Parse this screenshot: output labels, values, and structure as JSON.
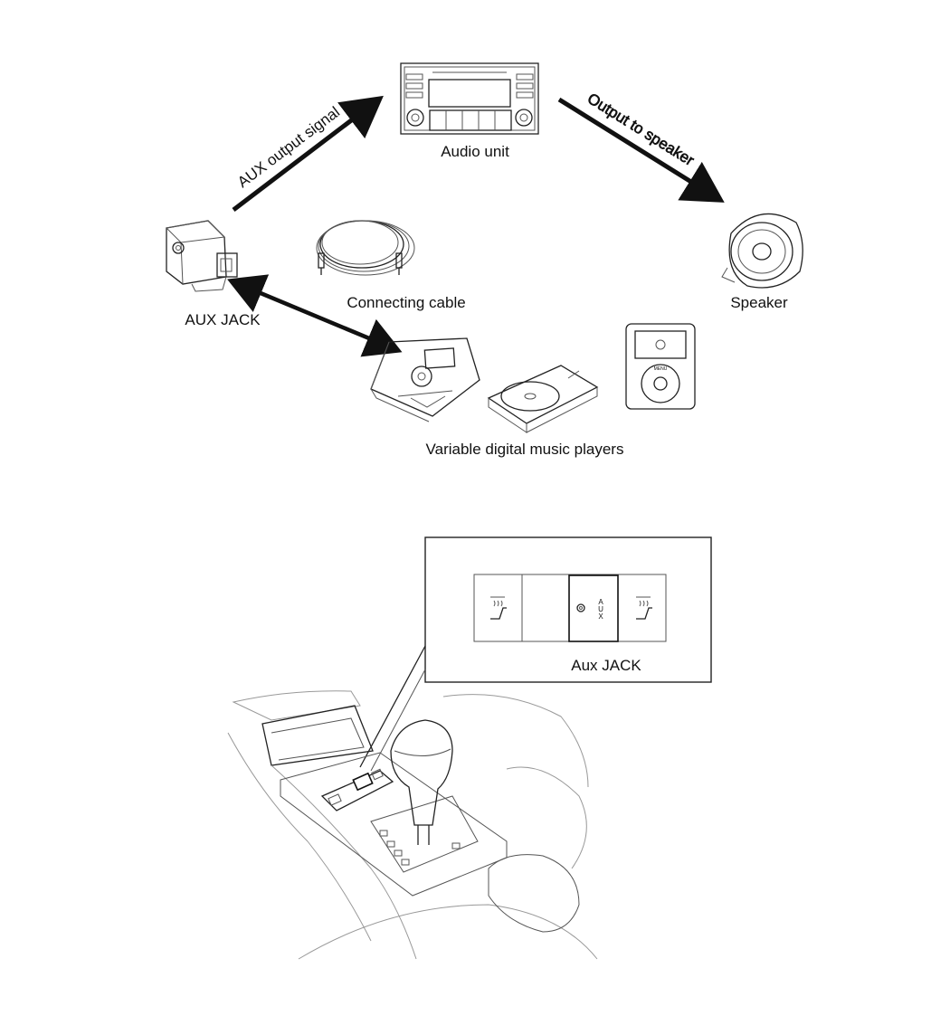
{
  "labels": {
    "audio_unit": "Audio unit",
    "speaker": "Speaker",
    "aux_jack": "AUX JACK",
    "connecting_cable": "Connecting cable",
    "players": "Variable digital music players",
    "aux_output_signal": "AUX output signal",
    "output_to_speaker": "Output to speaker",
    "callout_aux_jack": "Aux JACK"
  },
  "icons": [
    "audio-unit-icon",
    "speaker-icon",
    "aux-jack-icon",
    "connecting-cable-icon",
    "mp3-player-icon",
    "cd-player-icon",
    "ipod-icon",
    "seat-heater-icon",
    "gear-shift-icon"
  ]
}
